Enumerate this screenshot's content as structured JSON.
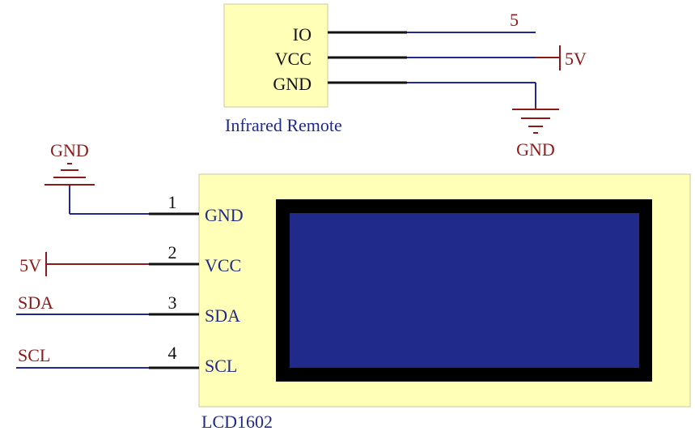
{
  "ir_module": {
    "label": "Infrared Remote",
    "pins": [
      {
        "name": "IO",
        "net": "5"
      },
      {
        "name": "VCC",
        "net": "5V"
      },
      {
        "name": "GND",
        "net": "GND"
      }
    ]
  },
  "lcd_module": {
    "label": "LCD1602",
    "pins": [
      {
        "number": "1",
        "name": "GND",
        "net": "GND"
      },
      {
        "number": "2",
        "name": "VCC",
        "net": "5V"
      },
      {
        "number": "3",
        "name": "SDA",
        "net": "SDA"
      },
      {
        "number": "4",
        "name": "SCL",
        "net": "SCL"
      }
    ]
  },
  "colors": {
    "module_fill": "#ffffb7",
    "module_border": "#c8c8a0",
    "wire_blue": "#1f2a8a",
    "wire_black": "#111111",
    "power_red": "#8b1a1a",
    "screen_blue": "#1f2a8a",
    "screen_border": "#000000"
  }
}
